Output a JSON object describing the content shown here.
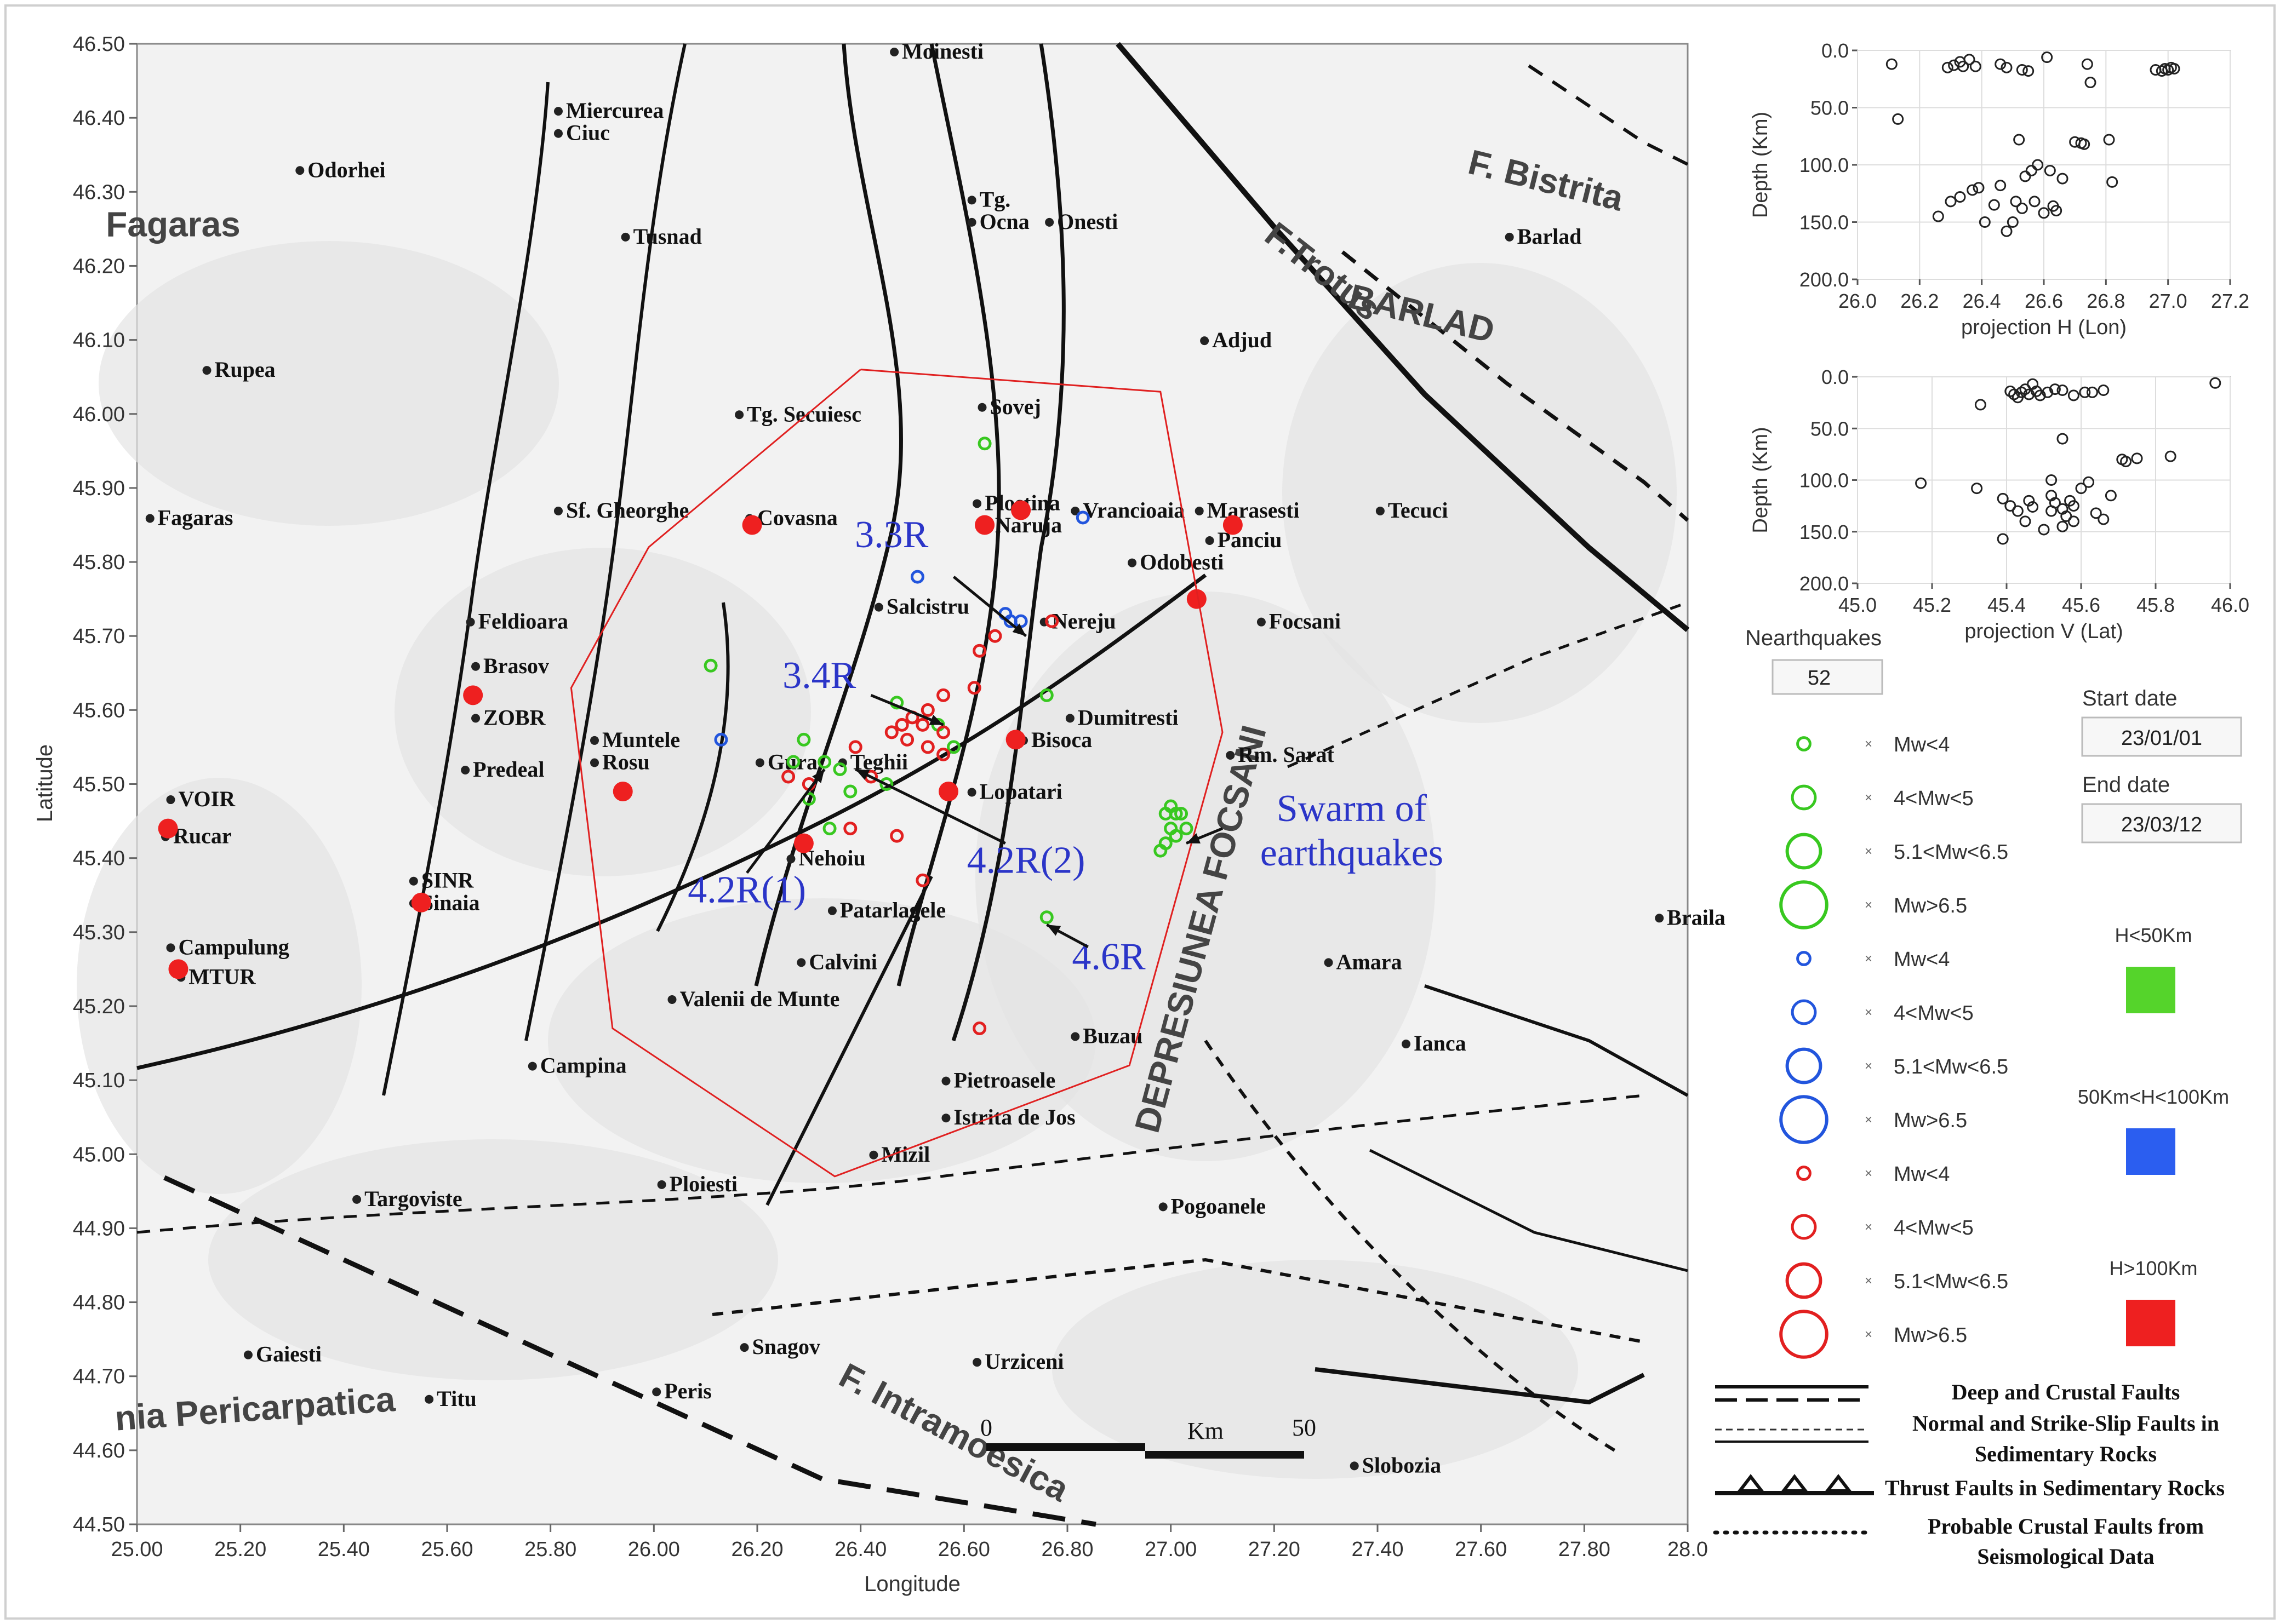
{
  "map": {
    "xticks": [
      "25.00",
      "25.20",
      "25.40",
      "25.60",
      "25.80",
      "26.00",
      "26.20",
      "26.40",
      "26.60",
      "26.80",
      "27.00",
      "27.20",
      "27.40",
      "27.60",
      "27.80",
      "28.0"
    ],
    "yticks": [
      "46.50",
      "46.40",
      "46.30",
      "46.20",
      "46.10",
      "46.00",
      "45.90",
      "45.80",
      "45.70",
      "45.60",
      "45.50",
      "45.40",
      "45.30",
      "45.20",
      "45.10",
      "45.00",
      "44.90",
      "44.80",
      "44.70",
      "44.60",
      "44.50"
    ],
    "xlabel": "Longitude",
    "ylabel": "Latitude",
    "lon_range": [
      25.0,
      28.0
    ],
    "lat_range": [
      44.5,
      46.5
    ]
  },
  "places": [
    {
      "name": "Moinesti",
      "lon": 26.48,
      "lat": 46.48
    },
    {
      "name": "Miercurea",
      "lon": 25.83,
      "lat": 46.4
    },
    {
      "name": "Ciuc",
      "lon": 25.83,
      "lat": 46.37
    },
    {
      "name": "Odorhei",
      "lon": 25.33,
      "lat": 46.32
    },
    {
      "name": "Tusnad",
      "lon": 25.96,
      "lat": 46.23
    },
    {
      "name": "Tg.",
      "lon": 26.63,
      "lat": 46.28
    },
    {
      "name": "Ocna",
      "lon": 26.63,
      "lat": 46.25
    },
    {
      "name": "Onesti",
      "lon": 26.78,
      "lat": 46.25
    },
    {
      "name": "Barlad",
      "lon": 27.67,
      "lat": 46.23
    },
    {
      "name": "Rupea",
      "lon": 25.15,
      "lat": 46.05
    },
    {
      "name": "Adjud",
      "lon": 27.08,
      "lat": 46.09
    },
    {
      "name": "Sovej",
      "lon": 26.65,
      "lat": 46.0
    },
    {
      "name": "Tg. Secuiesc",
      "lon": 26.18,
      "lat": 45.99
    },
    {
      "name": "Fagaras",
      "lon": 25.04,
      "lat": 45.85
    },
    {
      "name": "Sf. Gheorghe",
      "lon": 25.83,
      "lat": 45.86
    },
    {
      "name": "Covasna",
      "lon": 26.2,
      "lat": 45.85
    },
    {
      "name": "Plostina",
      "lon": 26.64,
      "lat": 45.87
    },
    {
      "name": "Naruja",
      "lon": 26.66,
      "lat": 45.84
    },
    {
      "name": "Vrancioaia",
      "lon": 26.83,
      "lat": 45.86
    },
    {
      "name": "Marasesti",
      "lon": 27.07,
      "lat": 45.86
    },
    {
      "name": "Panciu",
      "lon": 27.09,
      "lat": 45.82
    },
    {
      "name": "Tecuci",
      "lon": 27.42,
      "lat": 45.86
    },
    {
      "name": "Odobesti",
      "lon": 26.94,
      "lat": 45.79
    },
    {
      "name": "Salcistru",
      "lon": 26.45,
      "lat": 45.73
    },
    {
      "name": "Nereju",
      "lon": 26.77,
      "lat": 45.71
    },
    {
      "name": "Feldioara",
      "lon": 25.66,
      "lat": 45.71
    },
    {
      "name": "Focsani",
      "lon": 27.19,
      "lat": 45.71
    },
    {
      "name": "Brasov",
      "lon": 25.67,
      "lat": 45.65
    },
    {
      "name": "ZOBR",
      "lon": 25.67,
      "lat": 45.58
    },
    {
      "name": "Dumitresti",
      "lon": 26.82,
      "lat": 45.58
    },
    {
      "name": "Predeal",
      "lon": 25.65,
      "lat": 45.51
    },
    {
      "name": "Muntele",
      "lon": 25.9,
      "lat": 45.55
    },
    {
      "name": "Rosu",
      "lon": 25.9,
      "lat": 45.52
    },
    {
      "name": "Bisoca",
      "lon": 26.73,
      "lat": 45.55
    },
    {
      "name": "Rm. Sarat",
      "lon": 27.13,
      "lat": 45.53
    },
    {
      "name": "Gura",
      "lon": 26.22,
      "lat": 45.52
    },
    {
      "name": "Teghii",
      "lon": 26.38,
      "lat": 45.52
    },
    {
      "name": "VOIR",
      "lon": 25.08,
      "lat": 45.47
    },
    {
      "name": "Lopatari",
      "lon": 26.63,
      "lat": 45.48
    },
    {
      "name": "Rucar",
      "lon": 25.07,
      "lat": 45.42
    },
    {
      "name": "Nehoiu",
      "lon": 26.28,
      "lat": 45.39
    },
    {
      "name": "SINR",
      "lon": 25.55,
      "lat": 45.36
    },
    {
      "name": "Sinaia",
      "lon": 25.55,
      "lat": 45.33
    },
    {
      "name": "Patarlagele",
      "lon": 26.36,
      "lat": 45.32
    },
    {
      "name": "Campulung",
      "lon": 25.08,
      "lat": 45.27
    },
    {
      "name": "MTUR",
      "lon": 25.1,
      "lat": 45.23
    },
    {
      "name": "Calvini",
      "lon": 26.3,
      "lat": 45.25
    },
    {
      "name": "Amara",
      "lon": 27.32,
      "lat": 45.25
    },
    {
      "name": "Valenii de Munte",
      "lon": 26.05,
      "lat": 45.2
    },
    {
      "name": "Buzau",
      "lon": 26.83,
      "lat": 45.15
    },
    {
      "name": "Ianca",
      "lon": 27.47,
      "lat": 45.14
    },
    {
      "name": "Campina",
      "lon": 25.78,
      "lat": 45.11
    },
    {
      "name": "Pietroasele",
      "lon": 26.58,
      "lat": 45.09
    },
    {
      "name": "Istrita de Jos",
      "lon": 26.58,
      "lat": 45.04
    },
    {
      "name": "Mizil",
      "lon": 26.44,
      "lat": 44.99
    },
    {
      "name": "Ploiesti",
      "lon": 26.03,
      "lat": 44.95
    },
    {
      "name": "Targoviste",
      "lon": 25.44,
      "lat": 44.93
    },
    {
      "name": "Pogoanele",
      "lon": 27.0,
      "lat": 44.92
    },
    {
      "name": "Snagov",
      "lon": 26.19,
      "lat": 44.73
    },
    {
      "name": "Gaiesti",
      "lon": 25.23,
      "lat": 44.72
    },
    {
      "name": "Urziceni",
      "lon": 26.64,
      "lat": 44.71
    },
    {
      "name": "Peris",
      "lon": 26.02,
      "lat": 44.67
    },
    {
      "name": "Titu",
      "lon": 25.58,
      "lat": 44.66
    },
    {
      "name": "Slobozia",
      "lon": 27.37,
      "lat": 44.57
    },
    {
      "name": "Braila",
      "lon": 27.96,
      "lat": 45.31
    }
  ],
  "stations": [
    {
      "lon": 26.19,
      "lat": 45.85
    },
    {
      "lon": 26.64,
      "lat": 45.85
    },
    {
      "lon": 26.71,
      "lat": 45.87
    },
    {
      "lon": 27.12,
      "lat": 45.85
    },
    {
      "lon": 27.05,
      "lat": 45.75
    },
    {
      "lon": 25.65,
      "lat": 45.62
    },
    {
      "lon": 26.7,
      "lat": 45.56
    },
    {
      "lon": 25.94,
      "lat": 45.49
    },
    {
      "lon": 26.57,
      "lat": 45.49
    },
    {
      "lon": 26.29,
      "lat": 45.42
    },
    {
      "lon": 25.06,
      "lat": 45.44
    },
    {
      "lon": 25.55,
      "lat": 45.34
    },
    {
      "lon": 25.08,
      "lat": 45.25
    }
  ],
  "map_labels": [
    {
      "text": "F. Bistrita",
      "lon": 27.72,
      "lat": 46.3,
      "rot": 14
    },
    {
      "text": "F.Trotus",
      "lon": 27.28,
      "lat": 46.18,
      "rot": 38
    },
    {
      "text": "BARLAD",
      "lon": 27.48,
      "lat": 46.12,
      "rot": 14
    },
    {
      "text": "DEPRESIUNEA FOCSANI",
      "lon": 27.08,
      "lat": 45.3,
      "rot": -75
    },
    {
      "text": "nia Pericarpatica",
      "lon": 25.23,
      "lat": 44.64,
      "rot": -4
    },
    {
      "text": "F. Intramoesica",
      "lon": 26.57,
      "lat": 44.61,
      "rot": 28
    },
    {
      "text": "Fagaras",
      "lon": 25.07,
      "lat": 46.24,
      "rot": 0
    }
  ],
  "annotations": [
    {
      "text": "3.3R",
      "lon": 26.46,
      "lat": 45.82
    },
    {
      "text": "3.4R",
      "lon": 26.32,
      "lat": 45.63
    },
    {
      "text": "4.2R(1)",
      "lon": 26.18,
      "lat": 45.34
    },
    {
      "text": "4.2R(2)",
      "lon": 26.72,
      "lat": 45.38
    },
    {
      "text": "4.6R",
      "lon": 26.88,
      "lat": 45.25
    },
    {
      "text": "Swarm of",
      "lon": 27.35,
      "lat": 45.45
    },
    {
      "text": "earthquakes",
      "lon": 27.35,
      "lat": 45.39
    }
  ],
  "scale_bar": {
    "left": "0",
    "unit": "Km",
    "right": "50"
  },
  "fault_legend": [
    "Deep and Crustal Faults",
    "Normal and Strike-Slip Faults in",
    "Sedimentary Rocks",
    "Thrust Faults in Sedimentary Rocks",
    "Probable Crustal Faults from",
    "Seismological Data"
  ],
  "chart_data": [
    {
      "type": "scatter",
      "xlabel": "projection H (Lon)",
      "ylabel": "Depth (Km)",
      "xticks": [
        "26.0",
        "26.2",
        "26.4",
        "26.6",
        "26.8",
        "27.0",
        "27.2"
      ],
      "yticks": [
        "0.0",
        "50.0",
        "100.0",
        "150.0",
        "200.0"
      ],
      "xlim": [
        26.0,
        27.2
      ],
      "ylim": [
        0,
        200
      ],
      "points": [
        [
          26.11,
          12
        ],
        [
          26.13,
          60
        ],
        [
          26.29,
          15
        ],
        [
          26.31,
          13
        ],
        [
          26.33,
          10
        ],
        [
          26.34,
          14
        ],
        [
          26.36,
          8
        ],
        [
          26.38,
          14
        ],
        [
          26.46,
          12
        ],
        [
          26.48,
          15
        ],
        [
          26.53,
          17
        ],
        [
          26.55,
          18
        ],
        [
          26.61,
          6
        ],
        [
          26.74,
          12
        ],
        [
          26.75,
          28
        ],
        [
          26.96,
          17
        ],
        [
          26.98,
          18
        ],
        [
          26.99,
          16
        ],
        [
          27.0,
          17
        ],
        [
          27.01,
          15
        ],
        [
          27.02,
          16
        ],
        [
          26.26,
          145
        ],
        [
          26.3,
          132
        ],
        [
          26.33,
          128
        ],
        [
          26.37,
          122
        ],
        [
          26.39,
          120
        ],
        [
          26.41,
          150
        ],
        [
          26.44,
          135
        ],
        [
          26.46,
          118
        ],
        [
          26.48,
          158
        ],
        [
          26.5,
          150
        ],
        [
          26.51,
          132
        ],
        [
          26.52,
          78
        ],
        [
          26.53,
          138
        ],
        [
          26.54,
          110
        ],
        [
          26.56,
          105
        ],
        [
          26.57,
          132
        ],
        [
          26.58,
          100
        ],
        [
          26.6,
          142
        ],
        [
          26.62,
          105
        ],
        [
          26.63,
          136
        ],
        [
          26.64,
          140
        ],
        [
          26.66,
          112
        ],
        [
          26.7,
          80
        ],
        [
          26.72,
          81
        ],
        [
          26.73,
          82
        ],
        [
          26.81,
          78
        ],
        [
          26.82,
          115
        ]
      ]
    },
    {
      "type": "scatter",
      "xlabel": "projection V (Lat)",
      "ylabel": "Depth (Km)",
      "xticks": [
        "45.0",
        "45.2",
        "45.4",
        "45.6",
        "45.8",
        "46.0"
      ],
      "yticks": [
        "0.0",
        "50.0",
        "100.0",
        "150.0",
        "200.0"
      ],
      "xlim": [
        45.0,
        46.0
      ],
      "ylim": [
        0,
        200
      ],
      "points": [
        [
          45.96,
          6
        ],
        [
          45.33,
          27
        ],
        [
          45.41,
          14
        ],
        [
          45.42,
          17
        ],
        [
          45.43,
          20
        ],
        [
          45.44,
          15
        ],
        [
          45.45,
          12
        ],
        [
          45.46,
          17
        ],
        [
          45.47,
          7
        ],
        [
          45.48,
          14
        ],
        [
          45.49,
          18
        ],
        [
          45.51,
          15
        ],
        [
          45.53,
          12
        ],
        [
          45.55,
          13
        ],
        [
          45.58,
          18
        ],
        [
          45.61,
          15
        ],
        [
          45.63,
          15
        ],
        [
          45.66,
          13
        ],
        [
          45.55,
          60
        ],
        [
          45.17,
          103
        ],
        [
          45.32,
          108
        ],
        [
          45.39,
          118
        ],
        [
          45.39,
          157
        ],
        [
          45.41,
          125
        ],
        [
          45.43,
          130
        ],
        [
          45.45,
          140
        ],
        [
          45.46,
          120
        ],
        [
          45.47,
          126
        ],
        [
          45.5,
          148
        ],
        [
          45.52,
          115
        ],
        [
          45.52,
          130
        ],
        [
          45.53,
          122
        ],
        [
          45.55,
          128
        ],
        [
          45.55,
          145
        ],
        [
          45.56,
          135
        ],
        [
          45.57,
          120
        ],
        [
          45.58,
          125
        ],
        [
          45.6,
          108
        ],
        [
          45.62,
          102
        ],
        [
          45.64,
          132
        ],
        [
          45.66,
          138
        ],
        [
          45.68,
          115
        ],
        [
          45.71,
          80
        ],
        [
          45.72,
          82
        ],
        [
          45.75,
          79
        ],
        [
          45.84,
          77
        ],
        [
          45.52,
          100
        ],
        [
          45.58,
          140
        ]
      ]
    }
  ],
  "nearthquakes": {
    "label": "Nearthquakes",
    "value": "52"
  },
  "start_date": {
    "label": "Start date",
    "value": "23/01/01"
  },
  "end_date": {
    "label": "End date",
    "value": "23/03/12"
  },
  "magnitude_legend": [
    {
      "label": "Mw<4",
      "color": "#38c820",
      "r": 12
    },
    {
      "label": "4<Mw<5",
      "color": "#38c820",
      "r": 22
    },
    {
      "label": "5.1<Mw<6.5",
      "color": "#38c820",
      "r": 32
    },
    {
      "label": "Mw>6.5",
      "color": "#38c820",
      "r": 44
    },
    {
      "label": "Mw<4",
      "color": "#2255dd",
      "r": 12
    },
    {
      "label": "4<Mw<5",
      "color": "#2255dd",
      "r": 22
    },
    {
      "label": "5.1<Mw<6.5",
      "color": "#2255dd",
      "r": 32
    },
    {
      "label": "Mw>6.5",
      "color": "#2255dd",
      "r": 44
    },
    {
      "label": "Mw<4",
      "color": "#e22020",
      "r": 12
    },
    {
      "label": "4<Mw<5",
      "color": "#e22020",
      "r": 22
    },
    {
      "label": "5.1<Mw<6.5",
      "color": "#e22020",
      "r": 32
    },
    {
      "label": "Mw>6.5",
      "color": "#e22020",
      "r": 44
    }
  ],
  "depth_classes": [
    {
      "label": "H<50Km",
      "color": "#55d42b"
    },
    {
      "label": "50Km<H<100Km",
      "color": "#2b5ef0"
    },
    {
      "label": "H>100Km",
      "color": "#ee2020"
    }
  ],
  "earthquakes": [
    {
      "lon": 26.64,
      "lat": 45.96,
      "c": "g"
    },
    {
      "lon": 26.76,
      "lat": 45.62,
      "c": "g"
    },
    {
      "lon": 26.11,
      "lat": 45.66,
      "c": "g"
    },
    {
      "lon": 26.29,
      "lat": 45.56,
      "c": "g"
    },
    {
      "lon": 26.33,
      "lat": 45.53,
      "c": "g"
    },
    {
      "lon": 26.36,
      "lat": 45.52,
      "c": "g"
    },
    {
      "lon": 26.3,
      "lat": 45.48,
      "c": "g"
    },
    {
      "lon": 26.34,
      "lat": 45.44,
      "c": "g"
    },
    {
      "lon": 26.45,
      "lat": 45.5,
      "c": "g"
    },
    {
      "lon": 26.47,
      "lat": 45.61,
      "c": "g"
    },
    {
      "lon": 26.55,
      "lat": 45.58,
      "c": "g"
    },
    {
      "lon": 26.58,
      "lat": 45.55,
      "c": "g"
    },
    {
      "lon": 26.38,
      "lat": 45.49,
      "c": "g"
    },
    {
      "lon": 26.27,
      "lat": 45.53,
      "c": "g"
    },
    {
      "lon": 26.76,
      "lat": 45.32,
      "c": "g"
    },
    {
      "lon": 26.99,
      "lat": 45.46,
      "c": "g"
    },
    {
      "lon": 27.0,
      "lat": 45.47,
      "c": "g"
    },
    {
      "lon": 27.01,
      "lat": 45.46,
      "c": "g"
    },
    {
      "lon": 27.02,
      "lat": 45.46,
      "c": "g"
    },
    {
      "lon": 27.0,
      "lat": 45.44,
      "c": "g"
    },
    {
      "lon": 27.01,
      "lat": 45.43,
      "c": "g"
    },
    {
      "lon": 27.03,
      "lat": 45.44,
      "c": "g"
    },
    {
      "lon": 26.99,
      "lat": 45.42,
      "c": "g"
    },
    {
      "lon": 26.98,
      "lat": 45.41,
      "c": "g"
    },
    {
      "lon": 26.13,
      "lat": 45.56,
      "c": "b"
    },
    {
      "lon": 26.51,
      "lat": 45.78,
      "c": "b"
    },
    {
      "lon": 26.68,
      "lat": 45.73,
      "c": "b"
    },
    {
      "lon": 26.69,
      "lat": 45.72,
      "c": "b"
    },
    {
      "lon": 26.71,
      "lat": 45.72,
      "c": "b"
    },
    {
      "lon": 26.83,
      "lat": 45.86,
      "c": "b"
    },
    {
      "lon": 26.77,
      "lat": 45.72,
      "c": "r"
    },
    {
      "lon": 26.66,
      "lat": 45.7,
      "c": "r"
    },
    {
      "lon": 26.63,
      "lat": 45.68,
      "c": "r"
    },
    {
      "lon": 26.62,
      "lat": 45.63,
      "c": "r"
    },
    {
      "lon": 26.56,
      "lat": 45.62,
      "c": "r"
    },
    {
      "lon": 26.53,
      "lat": 45.6,
      "c": "r"
    },
    {
      "lon": 26.5,
      "lat": 45.59,
      "c": "r"
    },
    {
      "lon": 26.48,
      "lat": 45.58,
      "c": "r"
    },
    {
      "lon": 26.52,
      "lat": 45.58,
      "c": "r"
    },
    {
      "lon": 26.56,
      "lat": 45.57,
      "c": "r"
    },
    {
      "lon": 26.46,
      "lat": 45.57,
      "c": "r"
    },
    {
      "lon": 26.49,
      "lat": 45.56,
      "c": "r"
    },
    {
      "lon": 26.53,
      "lat": 45.55,
      "c": "r"
    },
    {
      "lon": 26.56,
      "lat": 45.54,
      "c": "r"
    },
    {
      "lon": 26.39,
      "lat": 45.55,
      "c": "r"
    },
    {
      "lon": 26.3,
      "lat": 45.5,
      "c": "r"
    },
    {
      "lon": 26.26,
      "lat": 45.51,
      "c": "r"
    },
    {
      "lon": 26.42,
      "lat": 45.51,
      "c": "r"
    },
    {
      "lon": 26.47,
      "lat": 45.43,
      "c": "r"
    },
    {
      "lon": 26.38,
      "lat": 45.44,
      "c": "r"
    },
    {
      "lon": 26.52,
      "lat": 45.37,
      "c": "r"
    },
    {
      "lon": 26.63,
      "lat": 45.17,
      "c": "r"
    }
  ]
}
